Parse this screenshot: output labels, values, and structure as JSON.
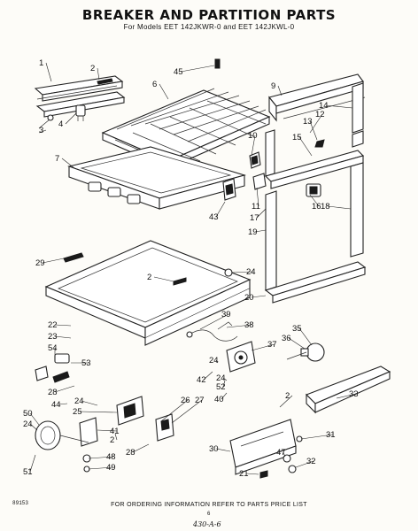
{
  "diagram": {
    "title": "BREAKER AND PARTITION PARTS",
    "subtitle": "For Models EET 142JKWR-0 and EET 142JKWL-0",
    "footer": "FOR ORDERING INFORMATION REFER TO PARTS PRICE LIST",
    "code": "89153",
    "page_number": "6",
    "signature": "430-A-6",
    "callouts": [
      "1",
      "2",
      "3",
      "4",
      "45",
      "6",
      "7",
      "9",
      "14",
      "12",
      "13",
      "10",
      "15",
      "11",
      "16",
      "17",
      "18",
      "43",
      "19",
      "29",
      "2",
      "24",
      "20",
      "22",
      "23",
      "54",
      "53",
      "28",
      "39",
      "38",
      "35",
      "36",
      "37",
      "24",
      "42",
      "52",
      "40",
      "24",
      "44",
      "25",
      "26",
      "27",
      "41",
      "2",
      "28",
      "24",
      "2",
      "50",
      "24",
      "48",
      "49",
      "51",
      "30",
      "47",
      "31",
      "32",
      "21",
      "33"
    ]
  }
}
